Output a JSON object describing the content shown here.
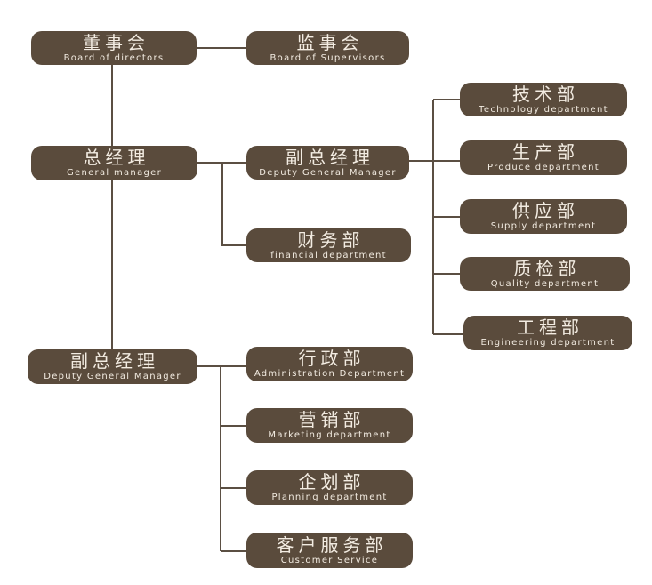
{
  "colors": {
    "node_fill": "#5a4b3c",
    "node_text": "#f3ece2",
    "connector": "#5b4f43",
    "background": "#ffffff"
  },
  "nodes": {
    "board": {
      "cn": "董事会",
      "en": "Board of directors"
    },
    "supervisors": {
      "cn": "监事会",
      "en": "Board of Supervisors"
    },
    "gm": {
      "cn": "总经理",
      "en": "General manager"
    },
    "dgm1": {
      "cn": "副总经理",
      "en": "Deputy General Manager"
    },
    "finance": {
      "cn": "财务部",
      "en": "financial department"
    },
    "tech": {
      "cn": "技术部",
      "en": "Technology department"
    },
    "produce": {
      "cn": "生产部",
      "en": "Produce department"
    },
    "supply": {
      "cn": "供应部",
      "en": "Supply  department"
    },
    "quality": {
      "cn": "质检部",
      "en": "Quality department"
    },
    "engineering": {
      "cn": "工程部",
      "en": "Engineering department"
    },
    "dgm2": {
      "cn": "副总经理",
      "en": "Deputy General Manager"
    },
    "admin": {
      "cn": "行政部",
      "en": "Administration Department"
    },
    "marketing": {
      "cn": "营销部",
      "en": "Marketing department"
    },
    "planning": {
      "cn": "企划部",
      "en": "Planning department"
    },
    "customer": {
      "cn": "客户服务部",
      "en": "Customer Service"
    }
  }
}
